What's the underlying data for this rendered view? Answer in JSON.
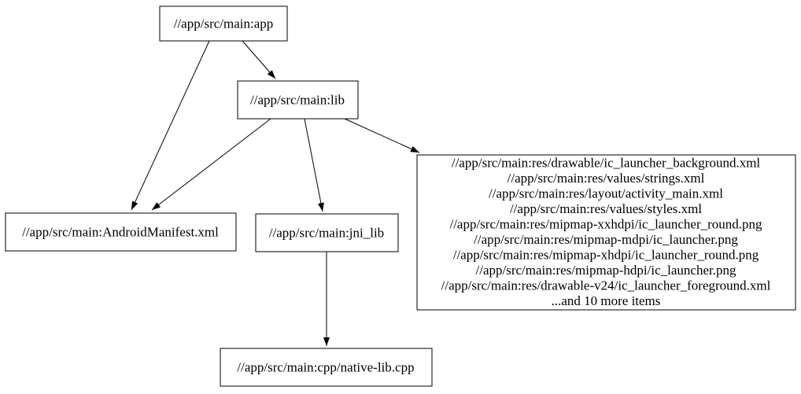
{
  "diagram": {
    "type": "dependency-graph",
    "style": "graphviz-digraph",
    "colors": {
      "background": "#ffffff",
      "node_fill": "#ffffff",
      "node_stroke": "#000000",
      "edge_stroke": "#000000",
      "text": "#000000"
    },
    "nodes": {
      "app": {
        "label": "//app/src/main:app"
      },
      "lib": {
        "label": "//app/src/main:lib"
      },
      "manifest": {
        "label": "//app/src/main:AndroidManifest.xml"
      },
      "jni_lib": {
        "label": "//app/src/main:jni_lib"
      },
      "res": {
        "lines": [
          "//app/src/main:res/drawable/ic_launcher_background.xml",
          "//app/src/main:res/values/strings.xml",
          "//app/src/main:res/layout/activity_main.xml",
          "//app/src/main:res/values/styles.xml",
          "//app/src/main:res/mipmap-xxhdpi/ic_launcher_round.png",
          "//app/src/main:res/mipmap-mdpi/ic_launcher.png",
          "//app/src/main:res/mipmap-xhdpi/ic_launcher_round.png",
          "//app/src/main:res/mipmap-hdpi/ic_launcher.png",
          "//app/src/main:res/drawable-v24/ic_launcher_foreground.xml",
          "...and 10 more items"
        ]
      },
      "native_cpp": {
        "label": "//app/src/main:cpp/native-lib.cpp"
      }
    },
    "edges": [
      {
        "from": "app",
        "to": "manifest"
      },
      {
        "from": "app",
        "to": "lib"
      },
      {
        "from": "lib",
        "to": "manifest"
      },
      {
        "from": "lib",
        "to": "jni_lib"
      },
      {
        "from": "lib",
        "to": "res"
      },
      {
        "from": "jni_lib",
        "to": "native_cpp"
      }
    ]
  }
}
